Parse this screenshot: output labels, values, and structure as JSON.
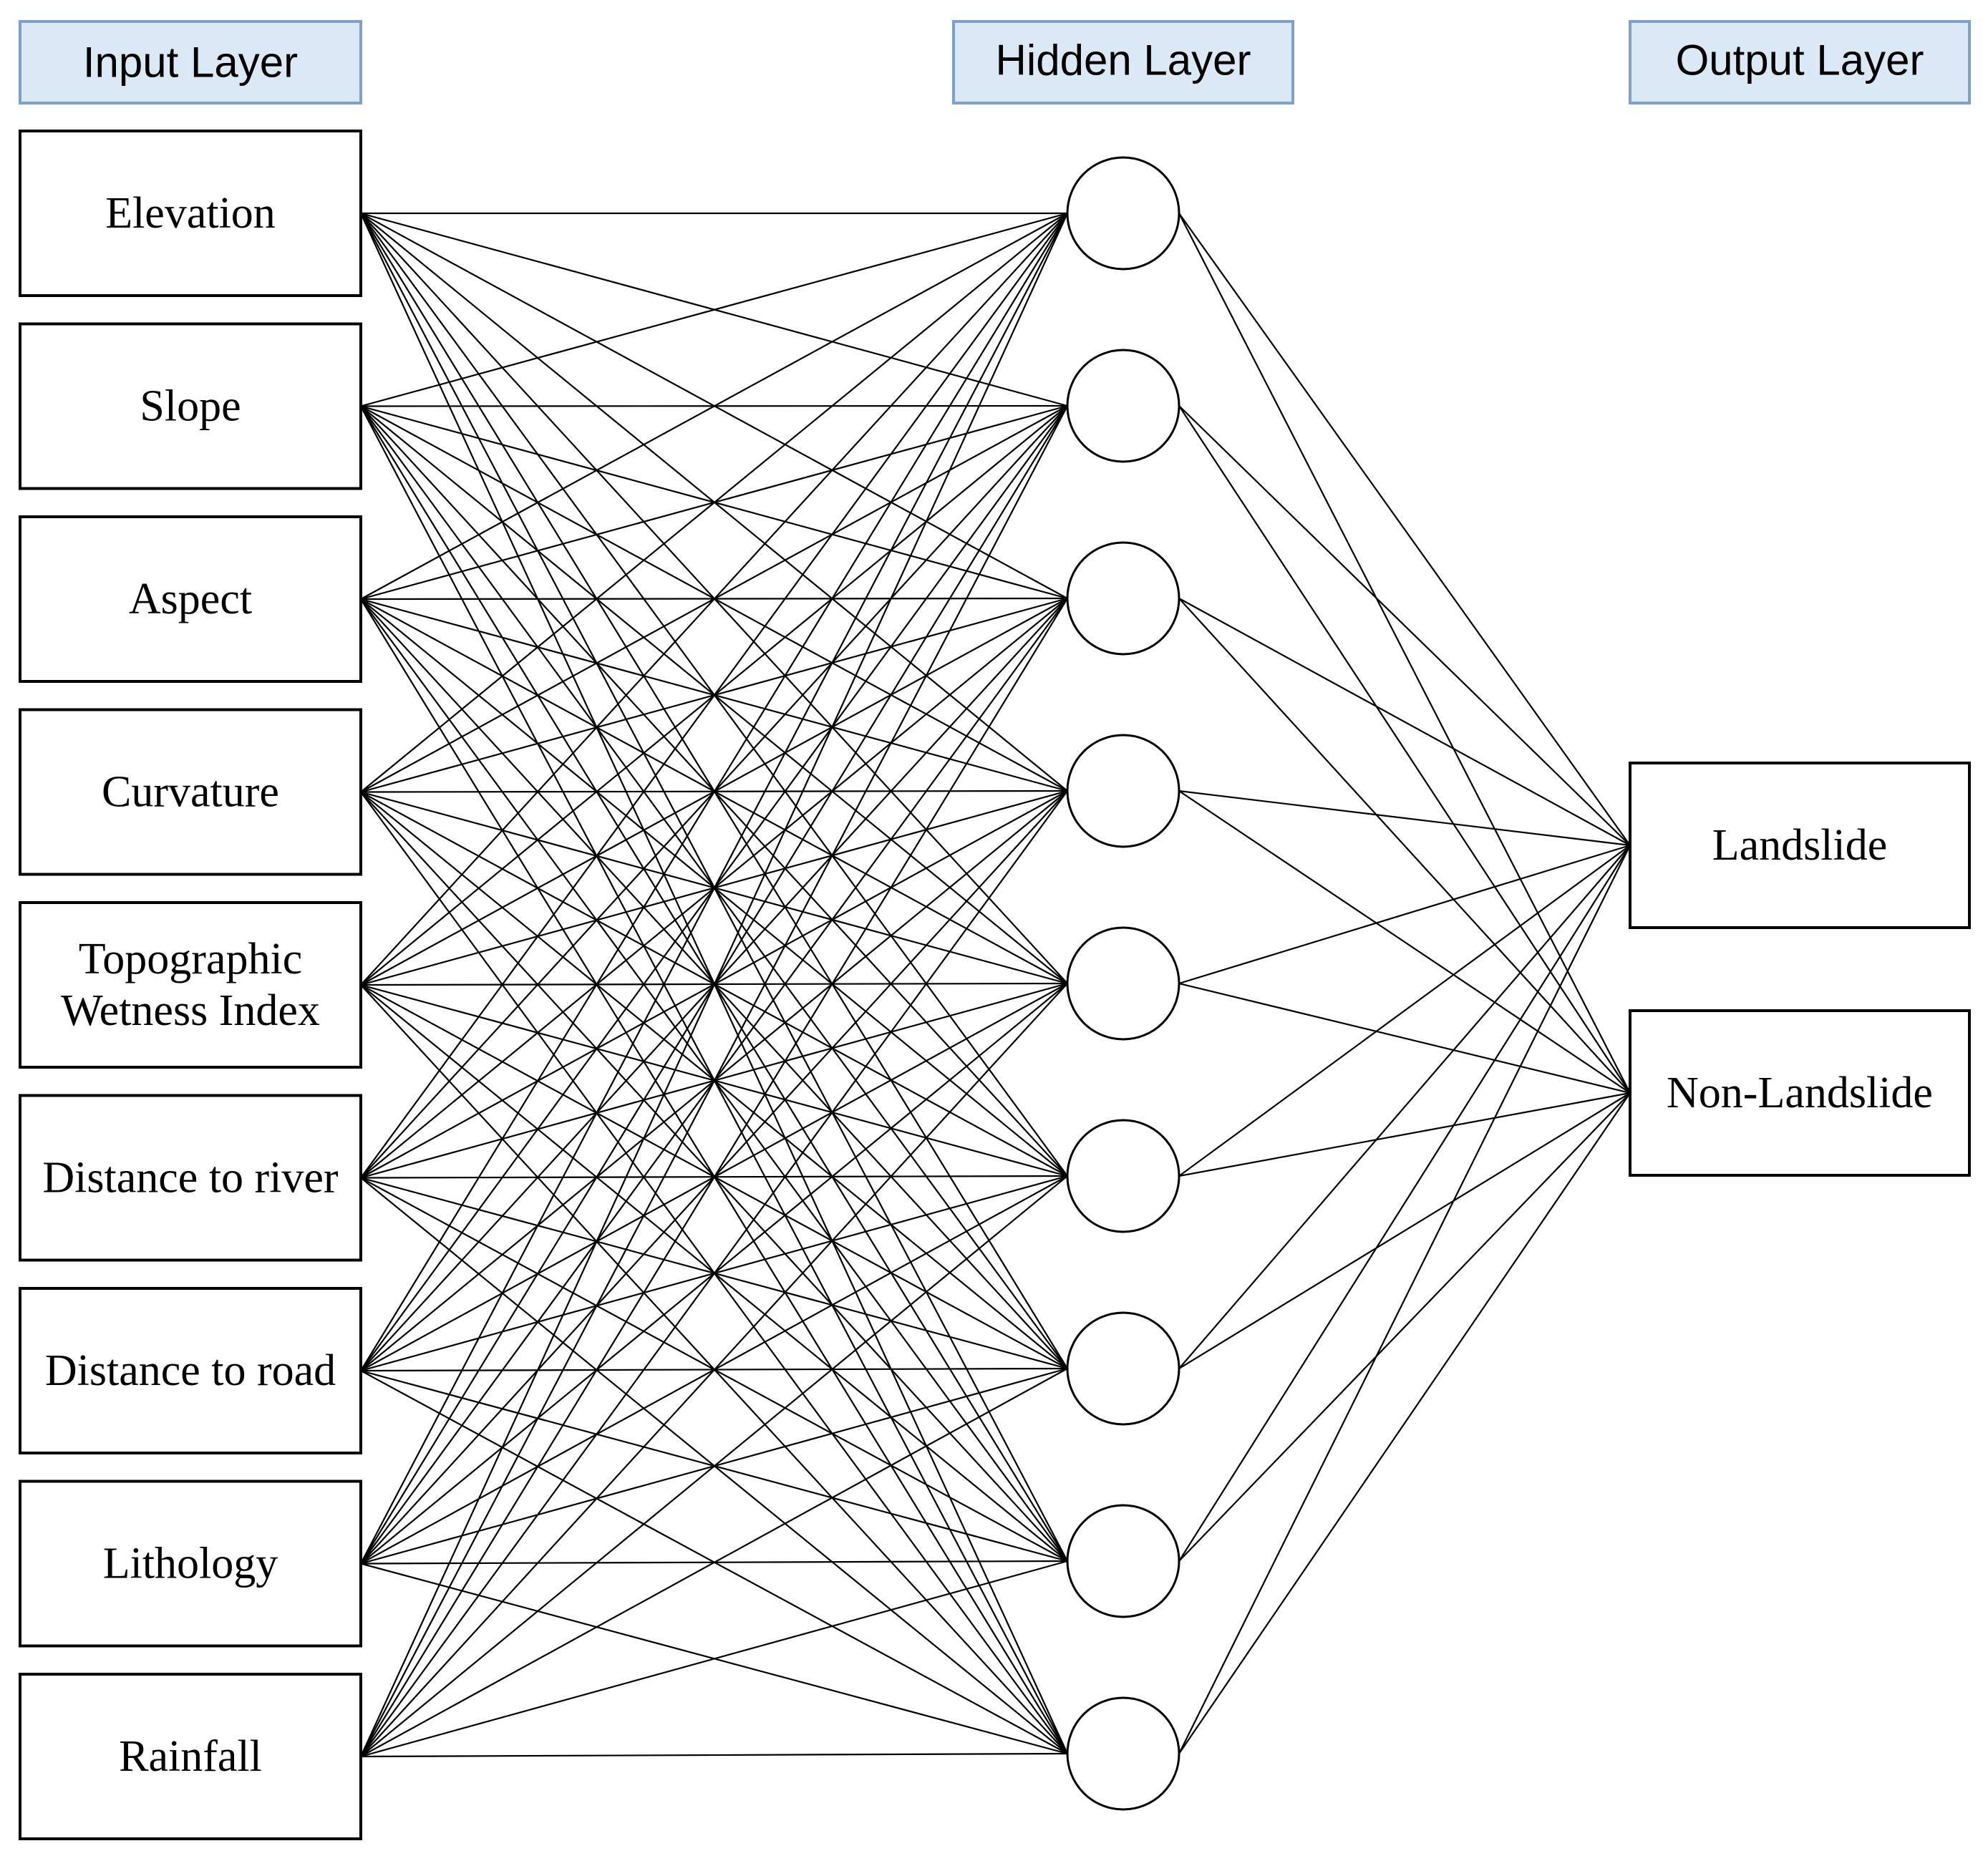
{
  "headers": {
    "input": "Input Layer",
    "hidden": "Hidden Layer",
    "output": "Output Layer"
  },
  "inputs": [
    {
      "lines": [
        "Elevation"
      ]
    },
    {
      "lines": [
        "Slope"
      ]
    },
    {
      "lines": [
        "Aspect"
      ]
    },
    {
      "lines": [
        "Curvature"
      ]
    },
    {
      "lines": [
        "Topographic",
        "Wetness Index"
      ]
    },
    {
      "lines": [
        "Distance to river"
      ]
    },
    {
      "lines": [
        "Distance to road"
      ]
    },
    {
      "lines": [
        "Lithology"
      ]
    },
    {
      "lines": [
        "Rainfall"
      ]
    }
  ],
  "hidden_neuron_count": 9,
  "outputs": [
    {
      "lines": [
        "Landslide"
      ]
    },
    {
      "lines": [
        "Non-Landslide"
      ]
    }
  ],
  "colors": {
    "header_fill": "#dbe8f6",
    "header_border": "#7fa1c9",
    "line": "#000000"
  }
}
